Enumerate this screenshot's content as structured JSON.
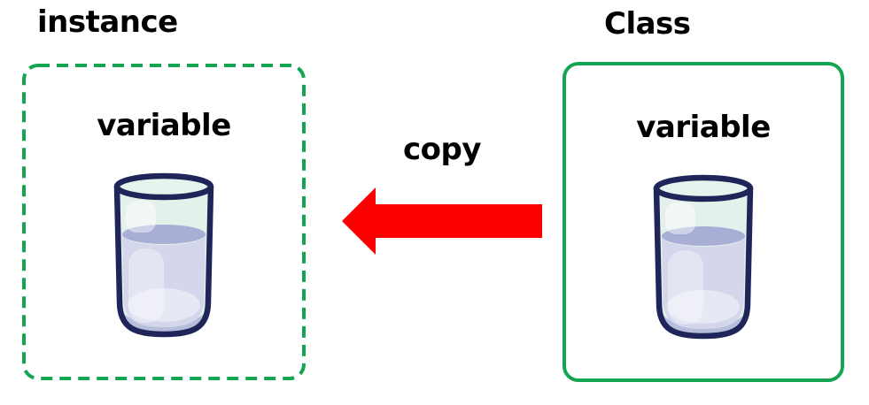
{
  "diagram": {
    "instance": {
      "title": "instance",
      "variable_label": "variable",
      "border_style": "dashed",
      "icon": "glass-of-water"
    },
    "class": {
      "title": "Class",
      "variable_label": "variable",
      "border_style": "solid",
      "icon": "glass-of-water"
    },
    "arrow": {
      "label": "copy",
      "direction": "left",
      "from": "class-box",
      "to": "instance-box"
    },
    "colors": {
      "border_green": "#13A551",
      "arrow_red": "#FB0000",
      "text_black": "#000000",
      "glass_outline_navy": "#1F2459",
      "glass_empty_fill": "#E4F1EB",
      "water_fill": "#D4D7EC",
      "water_surface": "#A8AED5",
      "glass_base": "#B6BEDC"
    }
  }
}
